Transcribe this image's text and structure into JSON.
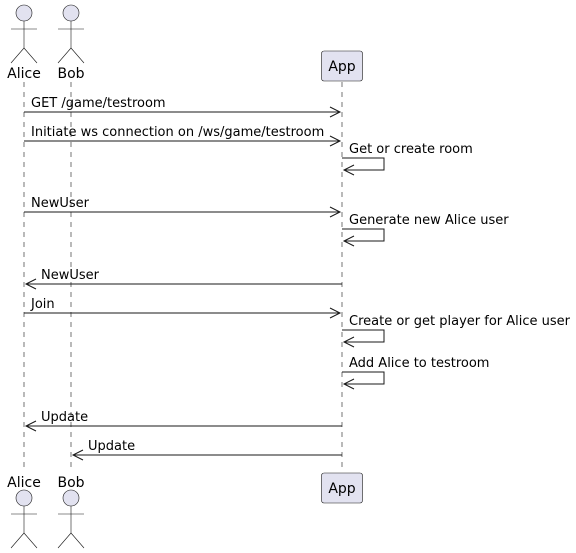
{
  "colors": {
    "participant_fill": "#E2E2F0",
    "participant_stroke": "#181818",
    "lifeline": "#181818",
    "arrow": "#181818",
    "background": "#FFFFFF"
  },
  "participants": [
    {
      "id": "alice",
      "label": "Alice",
      "kind": "actor",
      "icon": "actor-stick-figure-icon"
    },
    {
      "id": "bob",
      "label": "Bob",
      "kind": "actor",
      "icon": "actor-stick-figure-icon"
    },
    {
      "id": "app",
      "label": "App",
      "kind": "participant",
      "icon": "participant-box"
    }
  ],
  "messages": [
    {
      "from": "alice",
      "to": "app",
      "label": "GET /game/testroom"
    },
    {
      "from": "alice",
      "to": "app",
      "label": "Initiate ws connection on /ws/game/testroom"
    },
    {
      "from": "app",
      "to": "app",
      "label": "Get or create room"
    },
    {
      "from": "alice",
      "to": "app",
      "label": "NewUser"
    },
    {
      "from": "app",
      "to": "app",
      "label": "Generate new Alice user"
    },
    {
      "from": "app",
      "to": "alice",
      "label": "NewUser"
    },
    {
      "from": "alice",
      "to": "app",
      "label": "Join"
    },
    {
      "from": "app",
      "to": "app",
      "label": "Create or get player for Alice user"
    },
    {
      "from": "app",
      "to": "app",
      "label": "Add Alice to testroom"
    },
    {
      "from": "app",
      "to": "alice",
      "label": "Update"
    },
    {
      "from": "app",
      "to": "bob",
      "label": "Update"
    }
  ]
}
